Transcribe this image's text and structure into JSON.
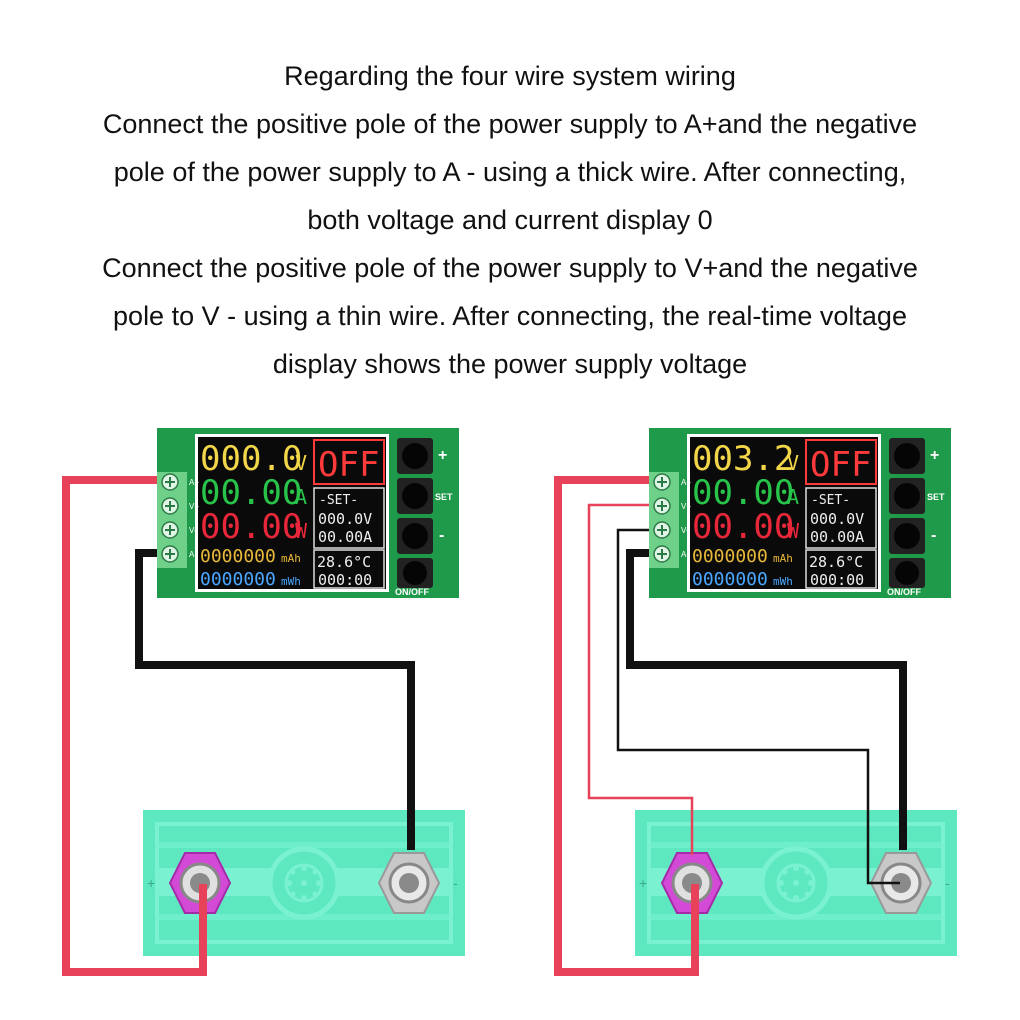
{
  "caption": {
    "lines": [
      "Regarding the four wire system wiring",
      "Connect the positive pole of the power supply to A+and the negative",
      "pole of the power supply to A - using a thick wire. After connecting,",
      "both voltage and current display 0",
      " Connect the positive pole of the power supply to V+and the negative",
      "pole to V - using a thin wire. After connecting, the real-time voltage",
      "display shows the power supply voltage"
    ]
  },
  "terminals": [
    "A+",
    "V+",
    "V-",
    "A-"
  ],
  "buttons": {
    "plus": "+",
    "set": "SET",
    "minus": "-",
    "onoff": "ON/OFF"
  },
  "battery": {
    "plus": "+",
    "minus": "-"
  },
  "meter_left": {
    "voltage": "000.0",
    "voltage_unit": "V",
    "current": "00.00",
    "current_unit": "A",
    "power": "00.00",
    "power_unit": "W",
    "status": "OFF",
    "set_label": "-SET-",
    "set_voltage": "000.0V",
    "set_current": "00.00A",
    "capacity": "0000000",
    "capacity_unit": "mAh",
    "energy": "0000000",
    "energy_unit": "mWh",
    "temperature": "28.6°C",
    "time": "000:00"
  },
  "meter_right": {
    "voltage": "003.2",
    "voltage_unit": "V",
    "current": "00.00",
    "current_unit": "A",
    "power": "00.00",
    "power_unit": "W",
    "status": "OFF",
    "set_label": "-SET-",
    "set_voltage": "000.0V",
    "set_current": "00.00A",
    "capacity": "0000000",
    "capacity_unit": "mAh",
    "energy": "0000000",
    "energy_unit": "mWh",
    "temperature": "28.6°C",
    "time": "000:00"
  },
  "colors": {
    "pcb": "#1f9a4a",
    "screen_bg": "#0a0a0a",
    "voltage": "#f2d64a",
    "current": "#28c44a",
    "power": "#e8283a",
    "status": "#ff3a3a",
    "capacity": "#e8b838",
    "energy": "#4aa6ff",
    "battery": "#5ee8c0",
    "wire_positive": "#e8415a",
    "wire_negative": "#111111",
    "terminal_positive": "#d24ad6",
    "terminal_negative": "#b8b8b8"
  }
}
